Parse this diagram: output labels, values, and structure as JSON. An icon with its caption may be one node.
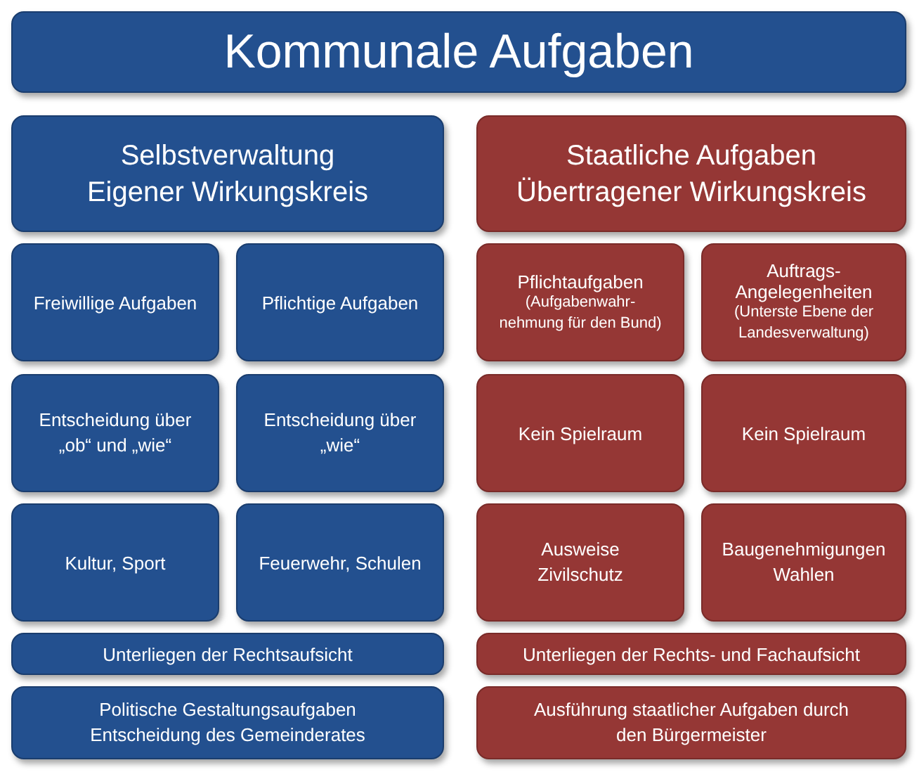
{
  "diagram": {
    "nodes": [
      {
        "text": [
          "Kommunale Aufgaben"
        ]
      },
      {
        "text": [
          "Selbstverwaltung Eigener Wirkungskreis"
        ]
      },
      {
        "text": [
          "Staatliche Aufgaben Übertragener Wirkungskreis"
        ]
      },
      {
        "text": [
          "Freiwillige Aufgaben"
        ]
      },
      {
        "text": [
          "Pflichtige Aufgaben"
        ]
      },
      {
        "text": [
          "Pflichtaufgaben",
          "(Aufgabenwahr- nehmung für den Bund)"
        ]
      },
      {
        "text": [
          "Auftrags- Angelegenheiten",
          "(Unterste Ebene der Landesverwaltung)"
        ]
      },
      {
        "text": [
          "Entscheidung über „ob“ und „wie“"
        ]
      },
      {
        "text": [
          "Entscheidung über „wie“"
        ]
      },
      {
        "text": [
          "Kein Spielraum"
        ]
      },
      {
        "text": [
          "Kein Spielraum"
        ]
      },
      {
        "text": [
          "Kultur, Sport"
        ]
      },
      {
        "text": [
          "Feuerwehr, Schulen"
        ]
      },
      {
        "text": [
          "Ausweise Zivilschutz"
        ]
      },
      {
        "text": [
          "Baugenehmigungen Wahlen"
        ]
      },
      {
        "text": [
          "Unterliegen der Rechtsaufsicht"
        ]
      },
      {
        "text": [
          "Unterliegen der Rechts- und Fachaufsicht"
        ]
      },
      {
        "text": [
          "Politische Gestaltungsaufgaben Entscheidung des Gemeinderates"
        ]
      },
      {
        "text": [
          "Ausführung staatlicher Aufgaben durch den Bürgermeister"
        ]
      }
    ]
  }
}
